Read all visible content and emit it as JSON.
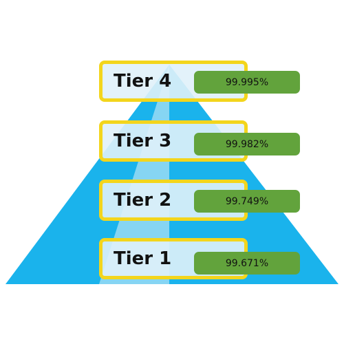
{
  "colors": {
    "pyramid": "#1ab3ec",
    "pyramid_highlight": "#e0f1fa",
    "tier_border": "#f3d51c",
    "tier_fill": "#e0f1fa",
    "pill_fill": "#62a33c"
  },
  "tiers": [
    {
      "label": "Tier 4",
      "value": "99.995%"
    },
    {
      "label": "Tier 3",
      "value": "99.982%"
    },
    {
      "label": "Tier 2",
      "value": "99.749%"
    },
    {
      "label": "Tier 1",
      "value": "99.671%"
    }
  ]
}
